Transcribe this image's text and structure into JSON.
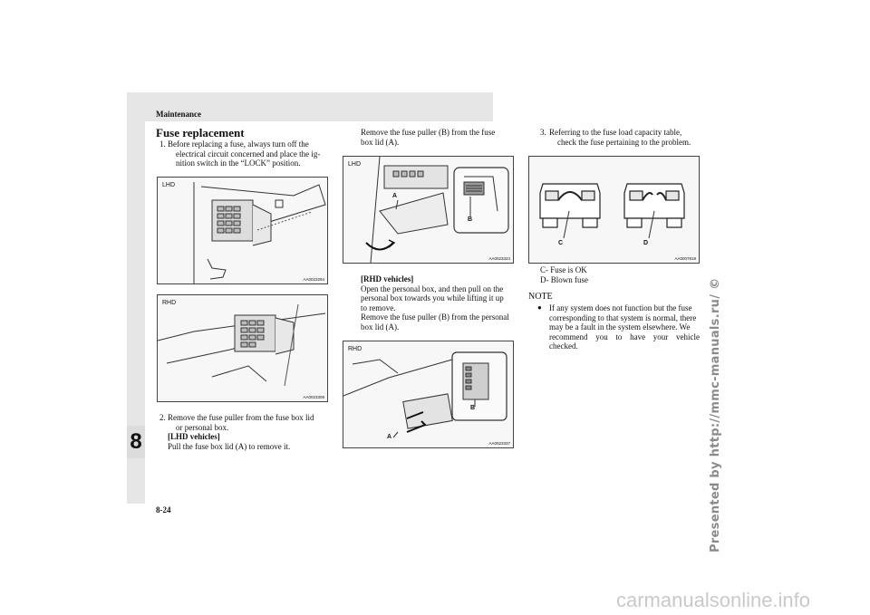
{
  "header": {
    "title": "Maintenance"
  },
  "chapter_tab": "8",
  "page_number": "8-24",
  "section_title": "Fuse replacement",
  "step1": {
    "number": "1.",
    "lines": [
      "Before replacing a fuse, always turn off the",
      "electrical circuit concerned and place the ig-",
      "nition switch in the “LOCK” position."
    ]
  },
  "figures": {
    "fig1": {
      "label": "LHD",
      "code": "AA0023294"
    },
    "fig2": {
      "label": "RHD",
      "code": "AA0023308"
    },
    "fig3": {
      "label": "LHD",
      "code": "AA0023324",
      "callout_a": "A",
      "callout_b": "B"
    },
    "fig4": {
      "label": "RHD",
      "code": "AA0023337",
      "callout_a": "A",
      "callout_b": "B"
    },
    "fig5": {
      "code": "AA0007818",
      "callout_c": "C",
      "callout_d": "D"
    }
  },
  "step2": {
    "number": "2.",
    "lines": [
      "Remove the fuse puller from the fuse box lid",
      "or personal box.",
      "[LHD vehicles]",
      "Pull the fuse box lid (A) to remove it."
    ]
  },
  "col2_top": {
    "lines": [
      "Remove the fuse puller (B) from the fuse",
      "box lid (A)."
    ]
  },
  "rhd_block": {
    "heading": "[RHD vehicles]",
    "lines": [
      "Open the personal box, and then pull on the",
      "personal box towards you while lifting it up",
      "to remove.",
      "Remove the fuse puller (B) from the personal",
      "box lid (A)."
    ]
  },
  "step3": {
    "number": "3.",
    "lines": [
      "Referring to the fuse load capacity table,",
      "check the fuse pertaining to the problem."
    ]
  },
  "fuse_legend": [
    "C- Fuse is OK",
    "D- Blown fuse"
  ],
  "note": {
    "heading": "NOTE",
    "bullet": "●",
    "lines": [
      "If any system does not function but the fuse",
      "corresponding to that system is normal, there",
      "may be a fault in the system elsewhere. We",
      "recommend you to have your vehicle checked."
    ]
  },
  "watermark": "Presented by http://mmc-manuals.ru/ ©",
  "site_logo": "carmanualsonline.info"
}
